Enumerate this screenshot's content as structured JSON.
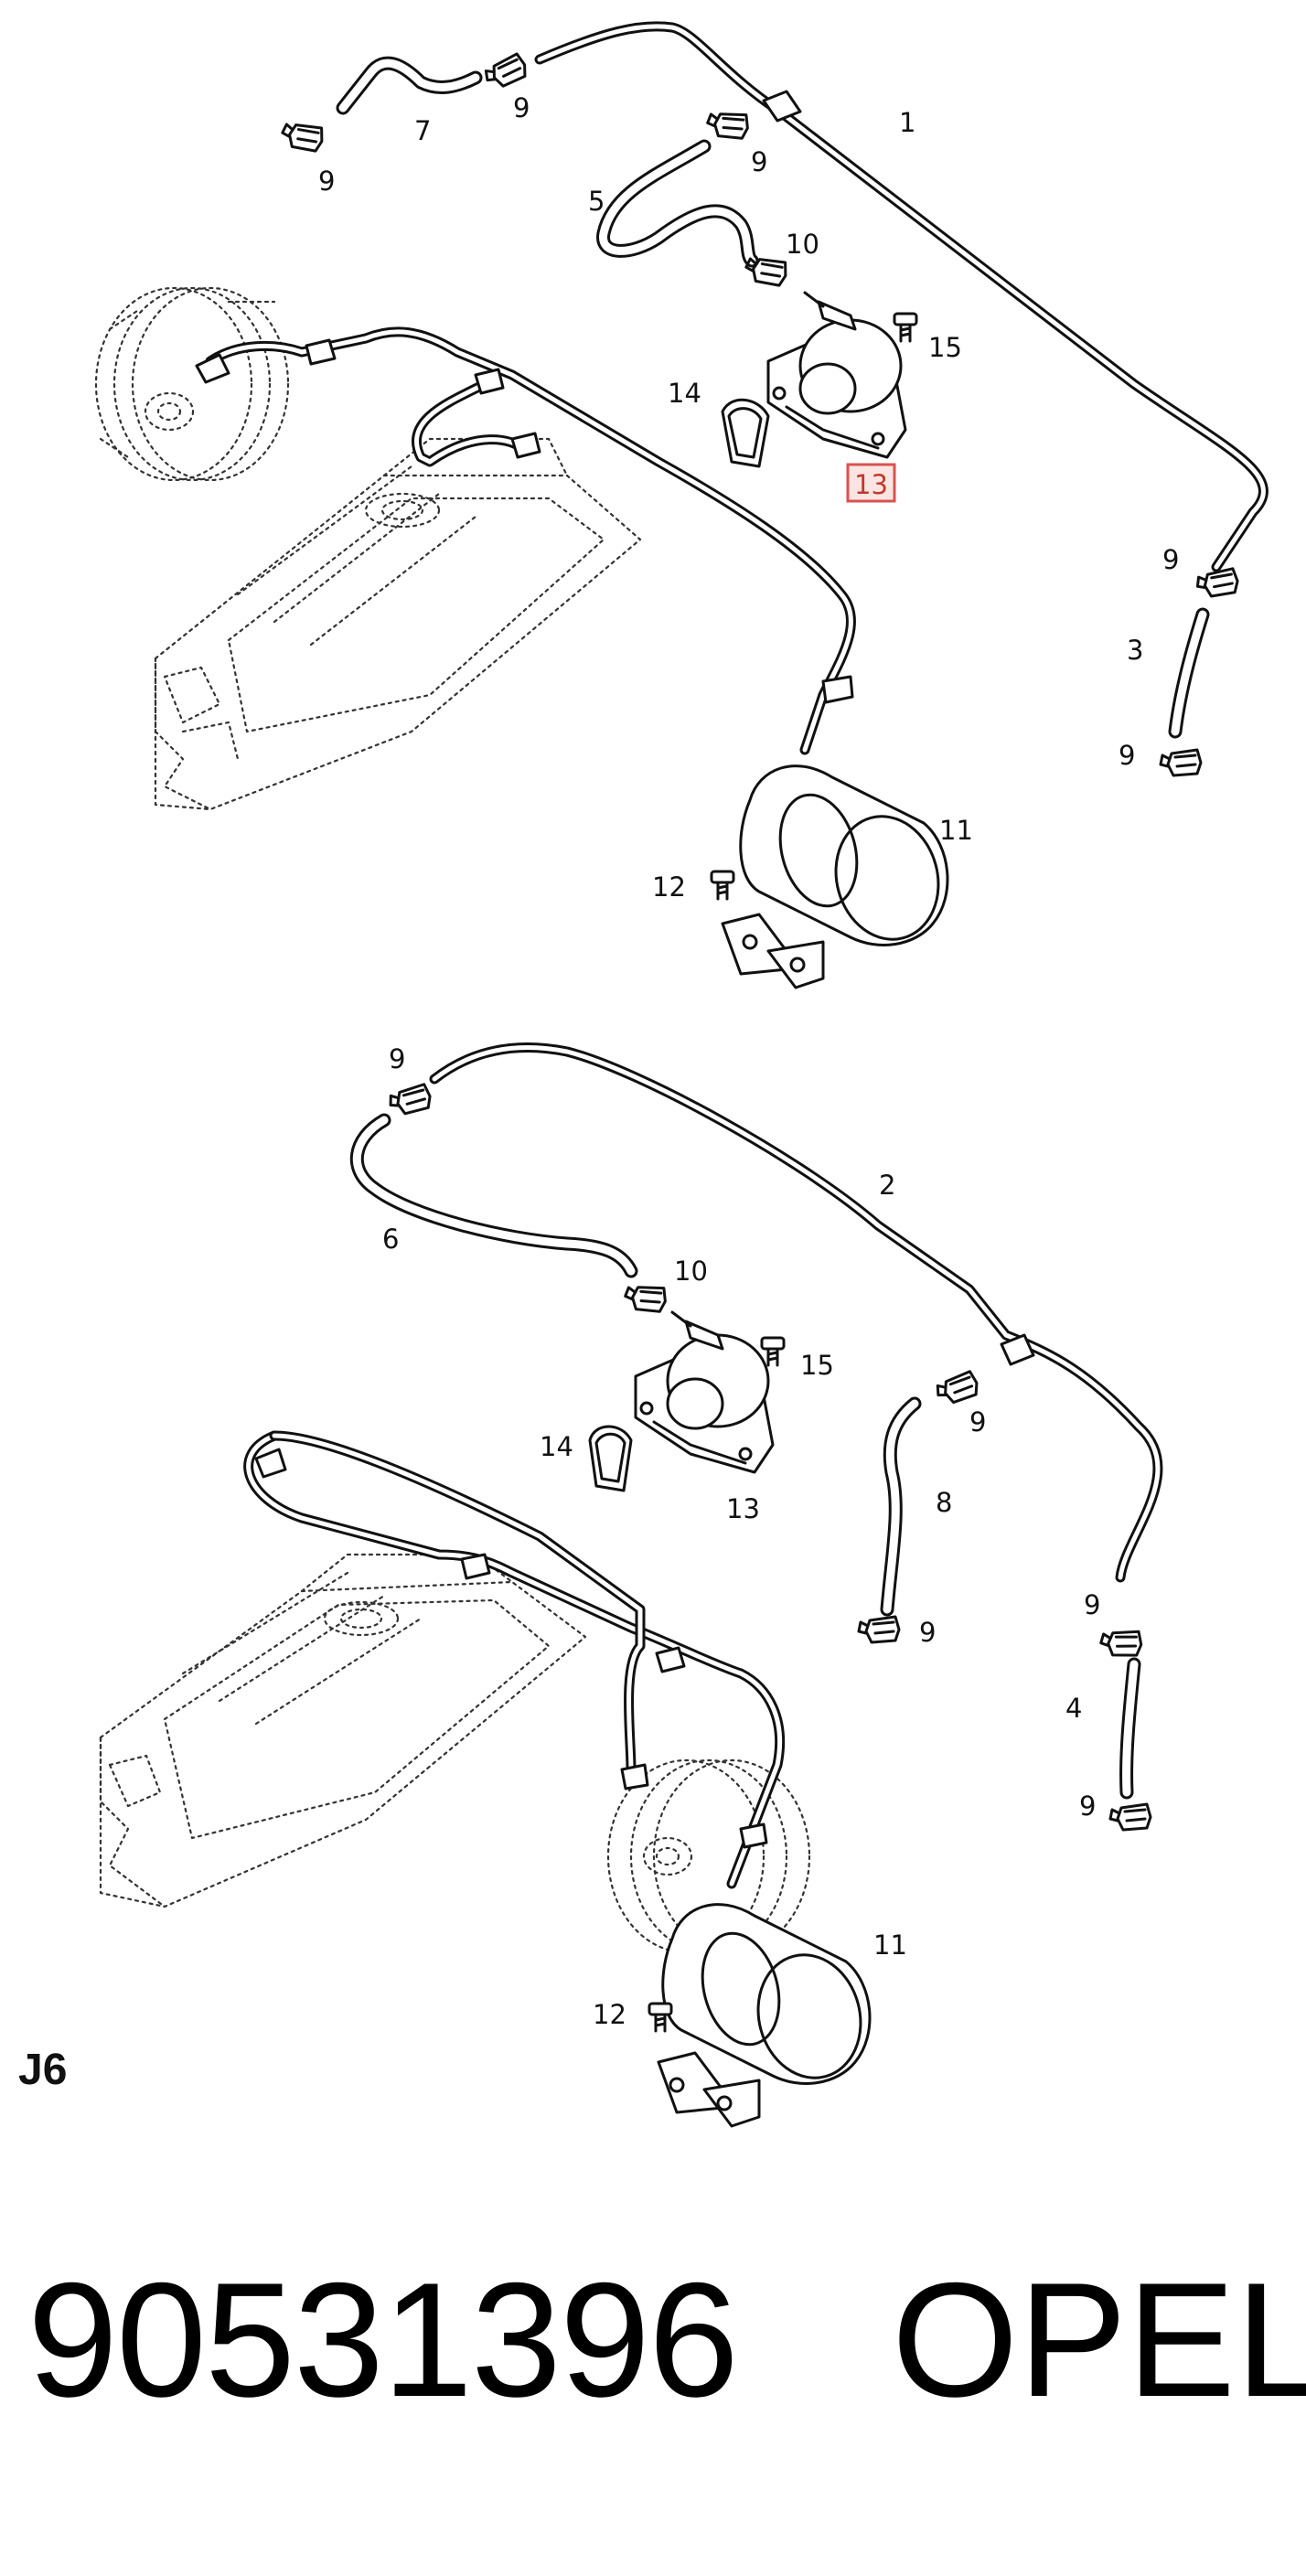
{
  "diagram": {
    "code": "J6",
    "part_number": "90531396",
    "brand": "OPEL",
    "highlighted_callout": "13",
    "highlight_color": "#d9534f"
  },
  "upper_view": {
    "callouts": {
      "c1": "1",
      "c3": "3",
      "c5": "5",
      "c7": "7",
      "c9a": "9",
      "c9b": "9",
      "c9c": "9",
      "c9d": "9",
      "c9e": "9",
      "c10": "10",
      "c11": "11",
      "c12": "12",
      "c13": "13",
      "c14": "14",
      "c15": "15"
    }
  },
  "lower_view": {
    "callouts": {
      "c2": "2",
      "c4": "4",
      "c6": "6",
      "c8": "8",
      "c9a": "9",
      "c9b": "9",
      "c9c": "9",
      "c9d": "9",
      "c9e": "9",
      "c10": "10",
      "c11": "11",
      "c12": "12",
      "c13": "13",
      "c14": "14",
      "c15": "15"
    }
  }
}
